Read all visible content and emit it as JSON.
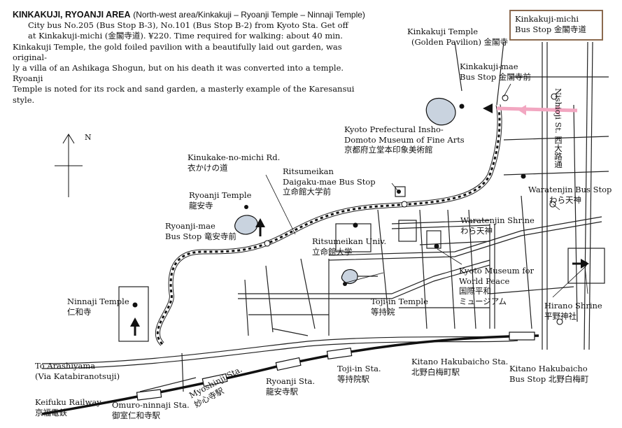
{
  "header": {
    "title": "KINKAKUJI, RYOANJI AREA",
    "subtitle": "(North-west area/Kinkakuji – Ryoanji Temple – Ninnaji Temple)",
    "line1": "City bus No.205 (Bus Stop B-3), No.101 (Bus Stop B-2) from Kyoto Sta. Get off",
    "line2": "at Kinkakuji-michi (金閣寺道). ¥220. Time required for walking: about 40 min.",
    "line3": "Kinkakuji Temple, the gold foiled pavilion with a beautifully laid out garden, was original-",
    "line4": "ly a villa of an Ashikaga Shogun, but on his death it was converted into a temple. Ryoanji",
    "line5": "Temple is noted for its rock and sand garden, a masterly example of the Karesansui",
    "line6": "style."
  },
  "compass": {
    "north": "N"
  },
  "labels": {
    "kinkakuji_michi": [
      "Kinkakuji-michi",
      "Bus Stop 金閣寺道"
    ],
    "kinkakuji_temple": [
      "Kinkakuji Temple",
      "(Golden Pavilion) 金閣寺"
    ],
    "kinkakuji_mae": [
      "Kinkakuji-mae",
      "Bus Stop 金閣寺前"
    ],
    "insho_domoto": [
      "Kyoto Prefectural Insho-",
      "Domoto Museum of Fine Arts",
      "京都府立堂本印象美術館"
    ],
    "kinukake": [
      "Kinukake-no-michi Rd.",
      "衣かけの道"
    ],
    "ritsumeikan_stop": [
      "Ritsumeikan",
      "Daigaku-mae Bus Stop",
      "立命館大学前"
    ],
    "ryoanji_temple": [
      "Ryoanji Temple",
      "龍安寺"
    ],
    "ryoanji_mae": [
      "Ryoanji-mae",
      "Bus Stop 竜安寺前"
    ],
    "ritsumeikan_univ": [
      "Ritsumeikan Univ.",
      "立命館大学"
    ],
    "waratenjin_stop": [
      "Waratenjin Bus Stop",
      "わら天神"
    ],
    "waratenjin_shrine": [
      "Waratenjin Shrine",
      "わら天神"
    ],
    "nishioji": "Nishioji St. 西大路通",
    "museum_peace": [
      "Kyoto Museum for",
      "World Peace",
      "国際平和",
      "ミュージアム"
    ],
    "ninnaji": [
      "Ninnaji Temple",
      "仁和寺"
    ],
    "tojiin_temple": [
      "Toji-in Temple",
      "等持院"
    ],
    "hirano": [
      "Hirano Shrine",
      "平野神社"
    ],
    "arashiyama": [
      "To Arashiyama",
      "(Via Katabiranotsuji)"
    ],
    "tojiin_sta": [
      "Toji-in Sta.",
      "等持院駅"
    ],
    "kitano_sta": [
      "Kitano Hakubaicho Sta.",
      "北野白梅町駅"
    ],
    "kitano_stop": [
      "Kitano Hakubaicho",
      "Bus Stop 北野白梅町"
    ],
    "ryoanji_sta": [
      "Ryoanji Sta.",
      "龍安寺駅"
    ],
    "keifuku": [
      "Keifuku Railway",
      "京福電鉄"
    ],
    "omuro": [
      "Omuro-ninnaji Sta.",
      "御室仁和寺駅"
    ],
    "myoshinji": [
      "Myoshinji Sta.",
      "妙心寺駅"
    ]
  },
  "colors": {
    "route_arrow": "#f2a7c1",
    "box_border": "#8b6a4f",
    "pond": "#c9d3df",
    "road": "#222222"
  }
}
